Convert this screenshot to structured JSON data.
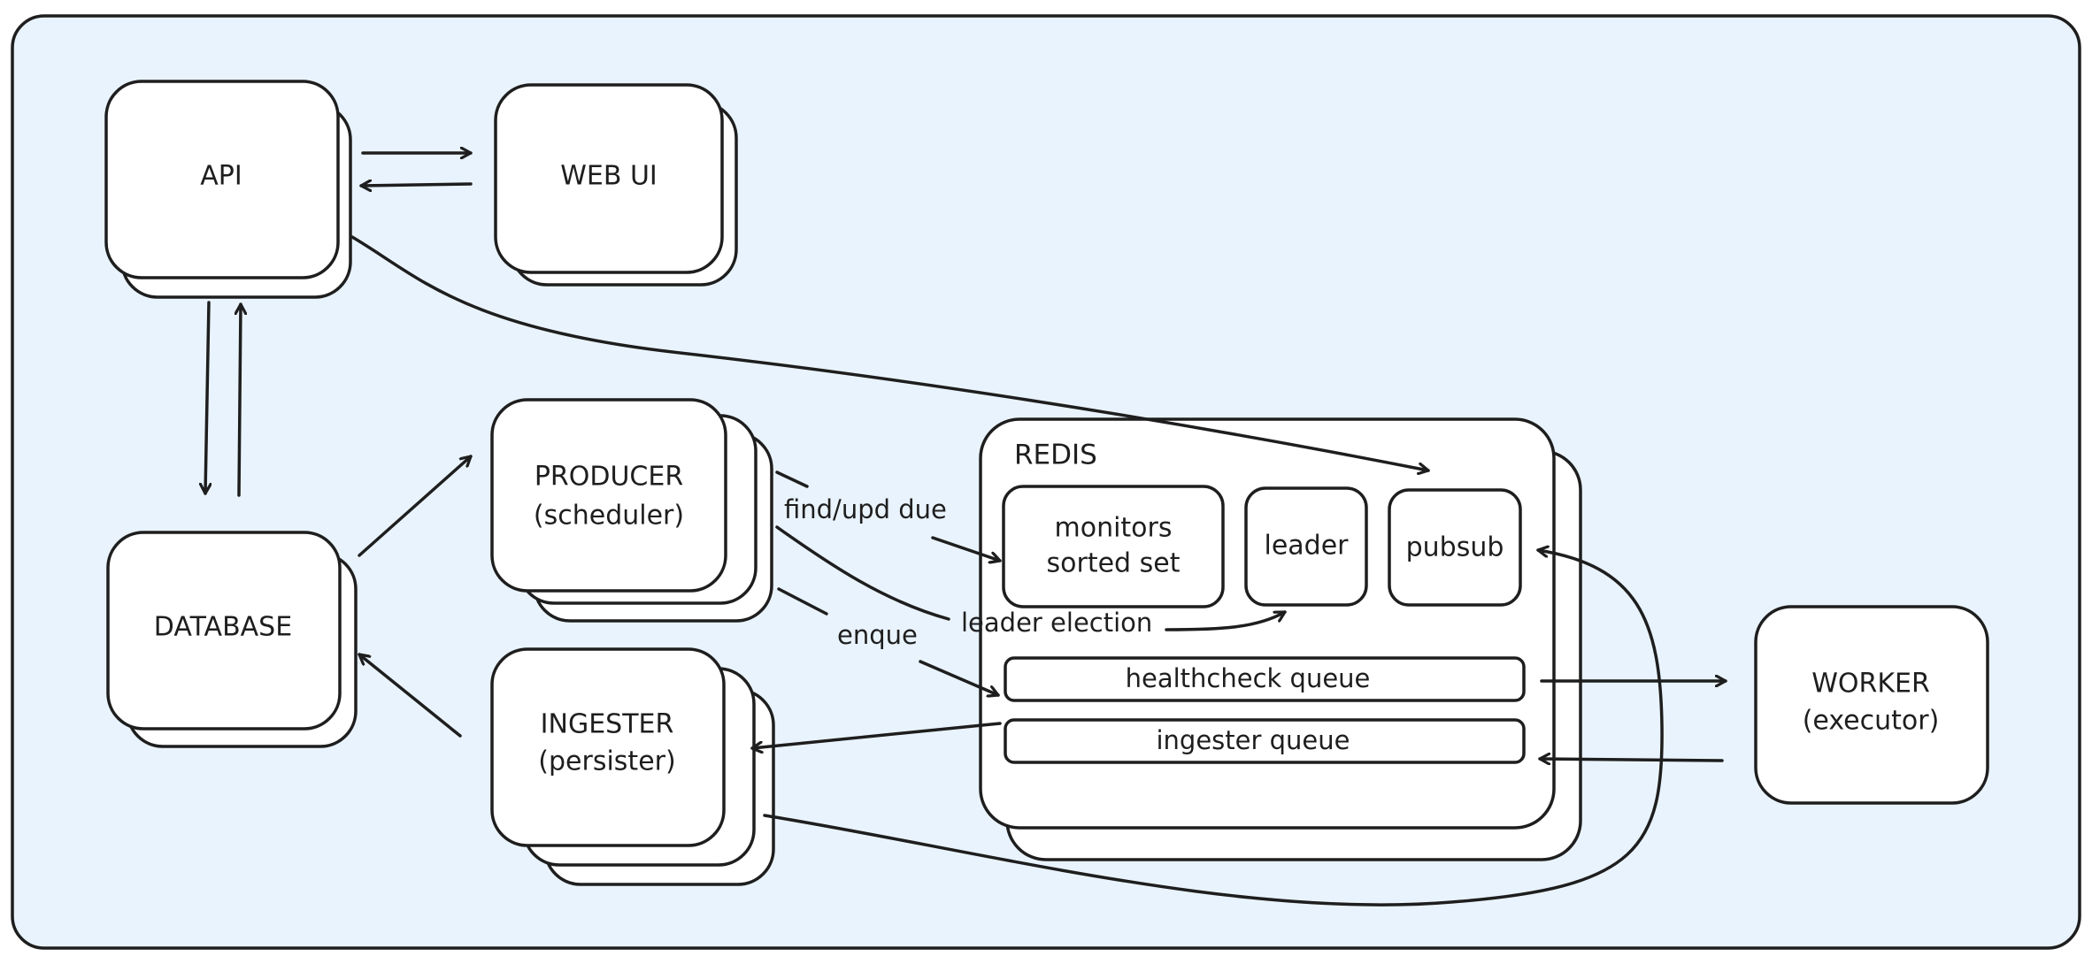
{
  "colors": {
    "background": "#e9f3fd",
    "box_fill": "#ffffff",
    "stroke": "#1e1e1e"
  },
  "nodes": {
    "api": {
      "label": "API"
    },
    "web_ui": {
      "label": "WEB UI"
    },
    "database": {
      "label": "DATABASE"
    },
    "producer": {
      "label": "PRODUCER",
      "sublabel": "(scheduler)"
    },
    "ingester": {
      "label": "INGESTER",
      "sublabel": "(persister)"
    },
    "worker": {
      "label": "WORKER",
      "sublabel": "(executor)"
    },
    "redis": {
      "label": "REDIS",
      "monitors_line1": "monitors",
      "monitors_line2": "sorted set",
      "leader": "leader",
      "pubsub": "pubsub",
      "healthcheck_queue": "healthcheck queue",
      "ingester_queue": "ingester queue"
    }
  },
  "edges": {
    "find_upd_due": "find/upd due",
    "leader_election": "leader election",
    "enque": "enque"
  }
}
